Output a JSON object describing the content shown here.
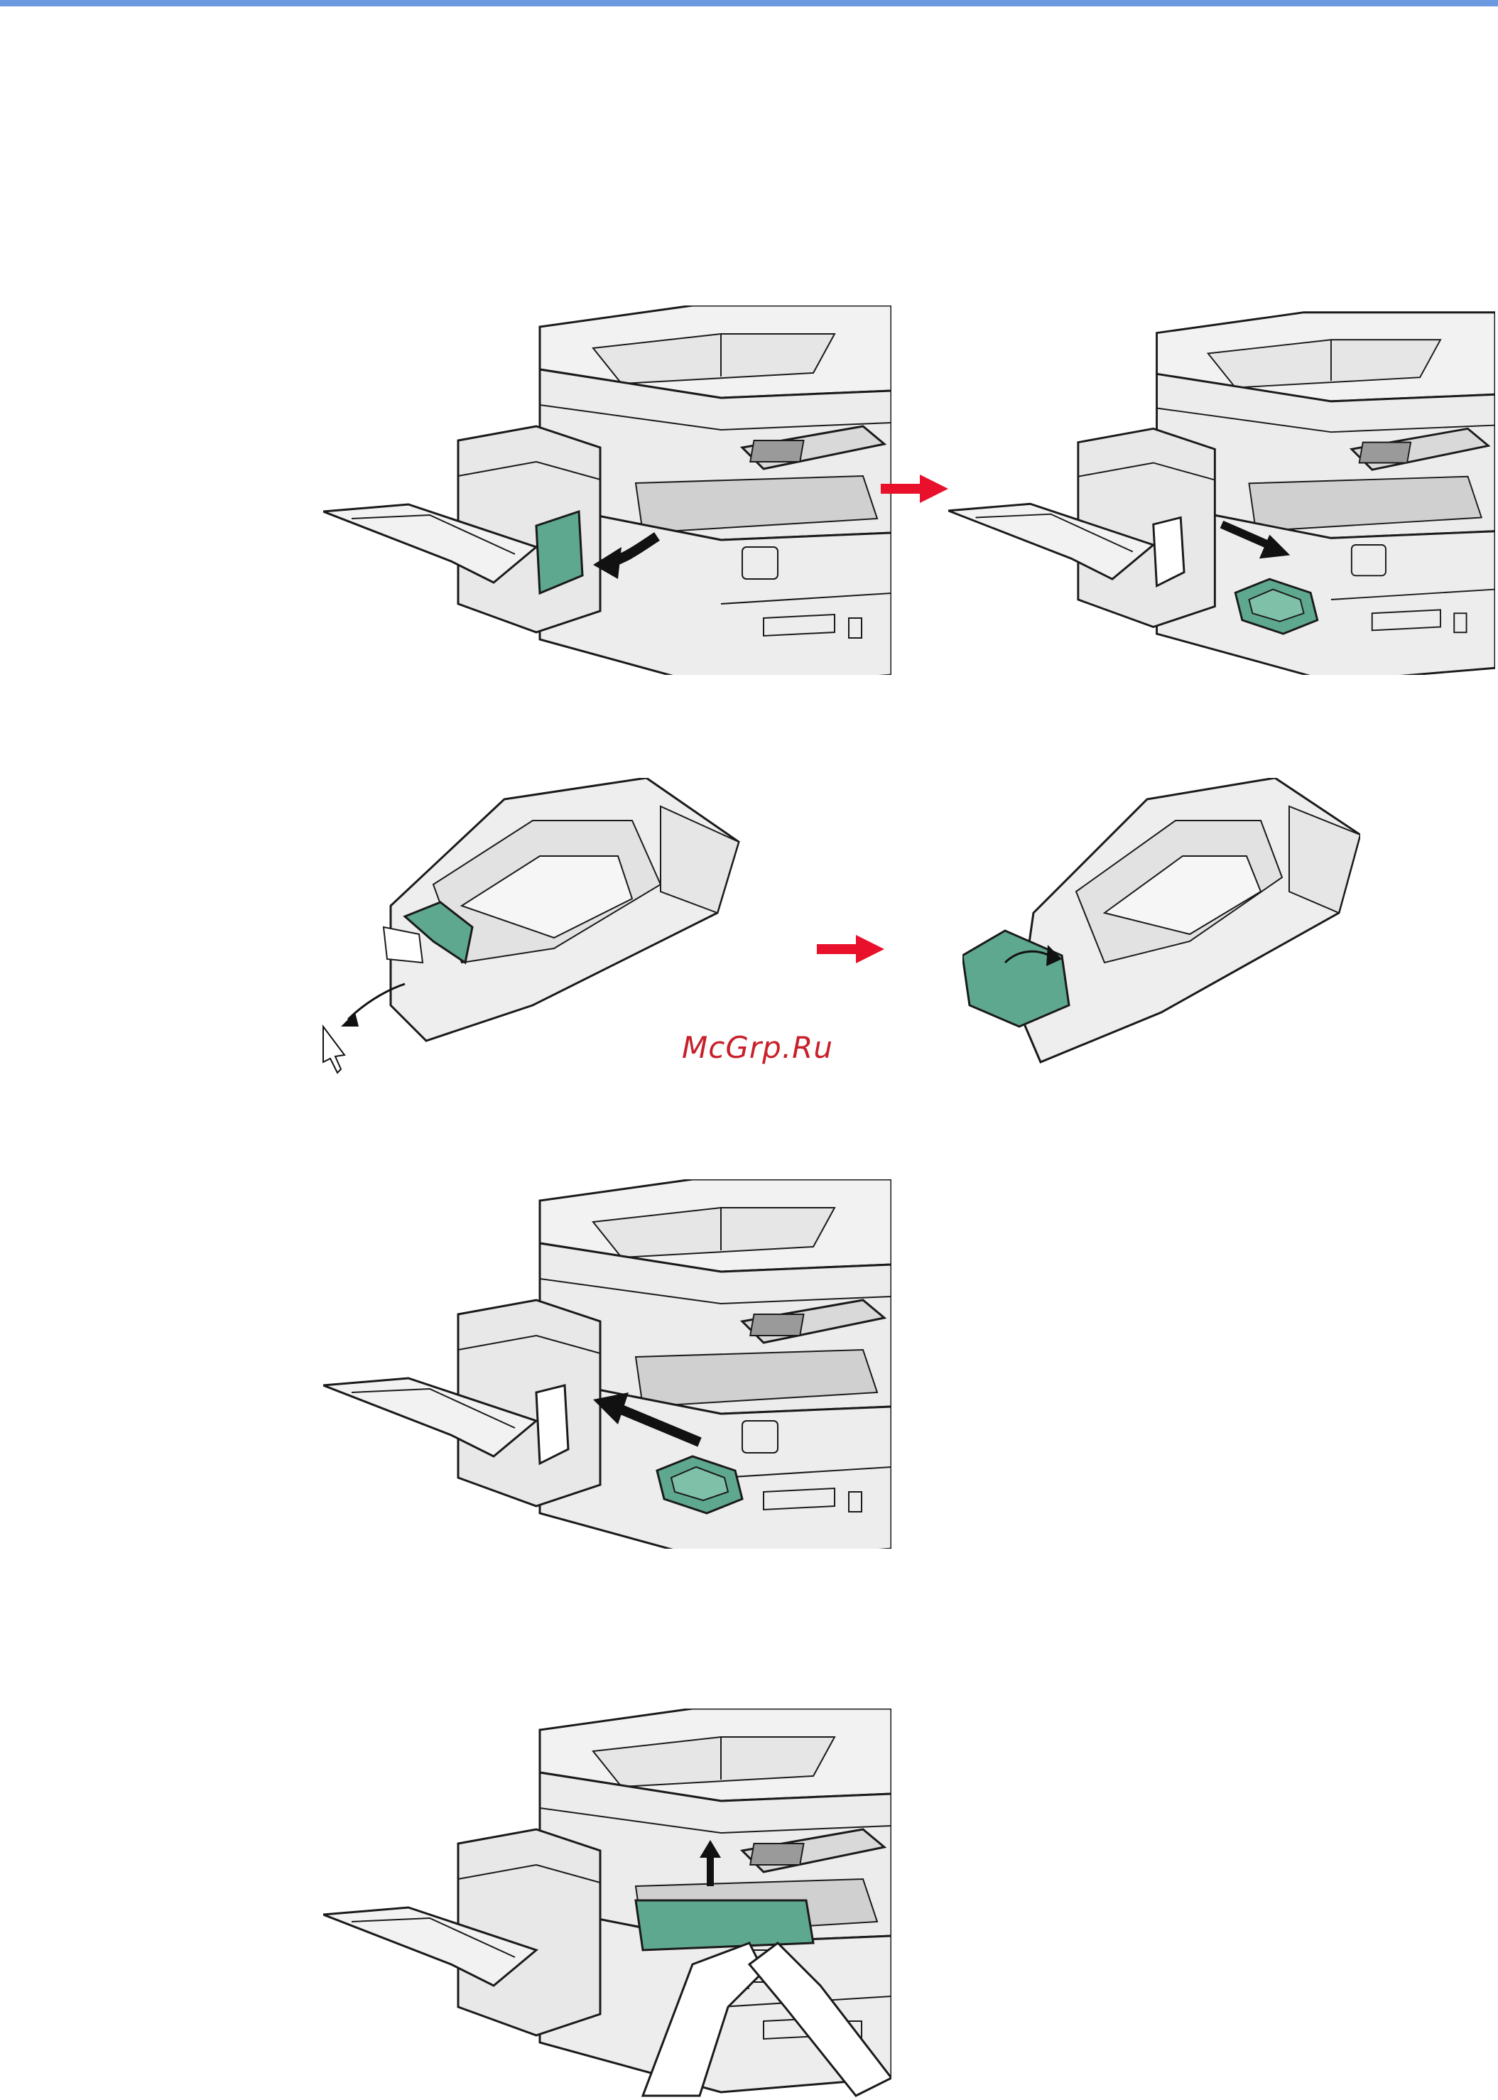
{
  "page": {
    "top_bar_color": "#6b9ae0",
    "watermark": "McGrp.Ru",
    "watermark_color": "#c8202a"
  },
  "colors": {
    "line": "#1a1a1a",
    "body": "#e8e8e8",
    "panel": "#d9d9d9",
    "green": "#5ea890",
    "arrow_red": "#e8102a",
    "arrow_black": "#111111"
  },
  "figures": [
    {
      "name": "step-open-cover",
      "icon": "copier-open-stapler-cover"
    },
    {
      "name": "step-remove-cartridge",
      "icon": "copier-pull-stapler-cartridge"
    },
    {
      "name": "step-open-holder",
      "icon": "cartridge-holder-open"
    },
    {
      "name": "step-replace-case",
      "icon": "cartridge-holder-close"
    },
    {
      "name": "step-insert-cartridge",
      "icon": "copier-insert-cartridge"
    },
    {
      "name": "step-close-cover",
      "icon": "copier-hands-close-cover"
    }
  ]
}
